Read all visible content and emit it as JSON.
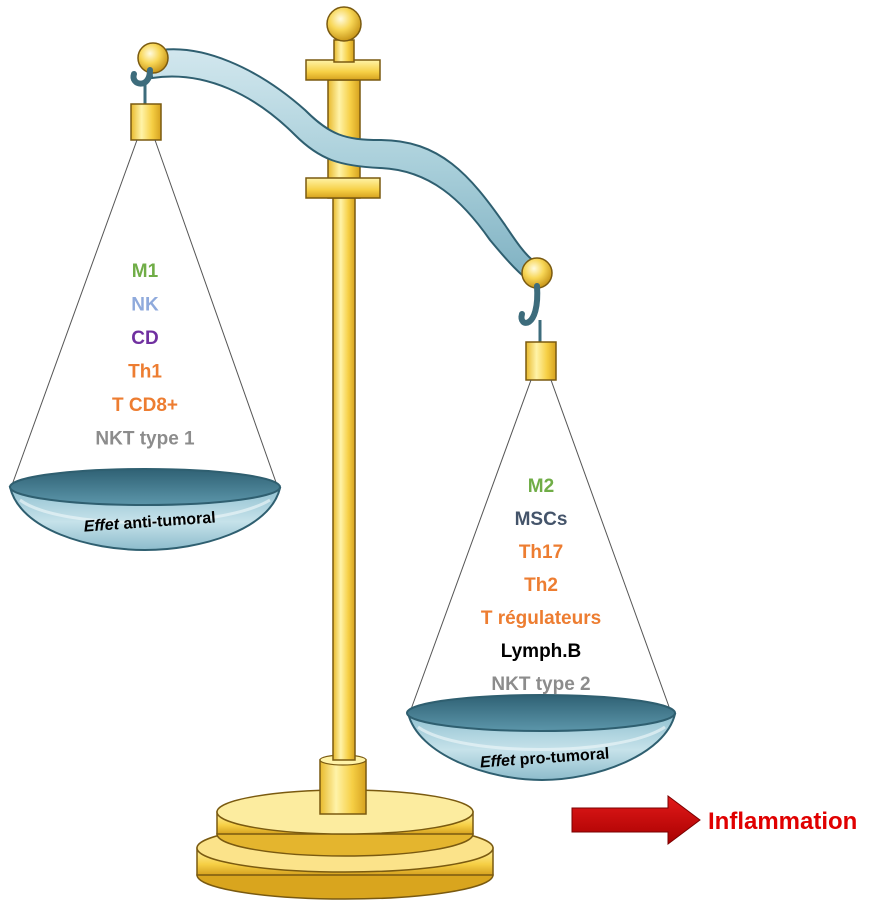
{
  "left_pan": {
    "caption_italic": "Effet",
    "caption_rest": " anti-tumoral",
    "items": [
      {
        "label": "M1",
        "color": "#70ad47"
      },
      {
        "label": "NK",
        "color": "#8faadc"
      },
      {
        "label": "CD",
        "color": "#7030a0"
      },
      {
        "label": "Th1",
        "color": "#ed7d31"
      },
      {
        "label": "T CD8+",
        "color": "#ed7d31"
      },
      {
        "label": "NKT type 1",
        "color": "#8c8c8c"
      }
    ]
  },
  "right_pan": {
    "caption_italic": "Effet",
    "caption_rest": " pro-tumoral",
    "items": [
      {
        "label": "M2",
        "color": "#70ad47"
      },
      {
        "label": "MSCs",
        "color": "#44546a"
      },
      {
        "label": "Th17",
        "color": "#ed7d31"
      },
      {
        "label": "Th2",
        "color": "#ed7d31"
      },
      {
        "label": "T régulateurs",
        "color": "#ed7d31"
      },
      {
        "label": "Lymph.B",
        "color": "#000000"
      },
      {
        "label": "NKT type 2",
        "color": "#8c8c8c"
      }
    ]
  },
  "outcome": {
    "label": "Inflammation",
    "color": "#e00000",
    "arrow_color": "#c00000"
  },
  "colors": {
    "gold_light": "#fff2a8",
    "gold": "#f7d34a",
    "gold_dark": "#c9971a",
    "beam": "#a9cfda",
    "beam_dark": "#4f7f90",
    "pan_top": "#4f8397",
    "pan_body": "#b9d9e3"
  }
}
